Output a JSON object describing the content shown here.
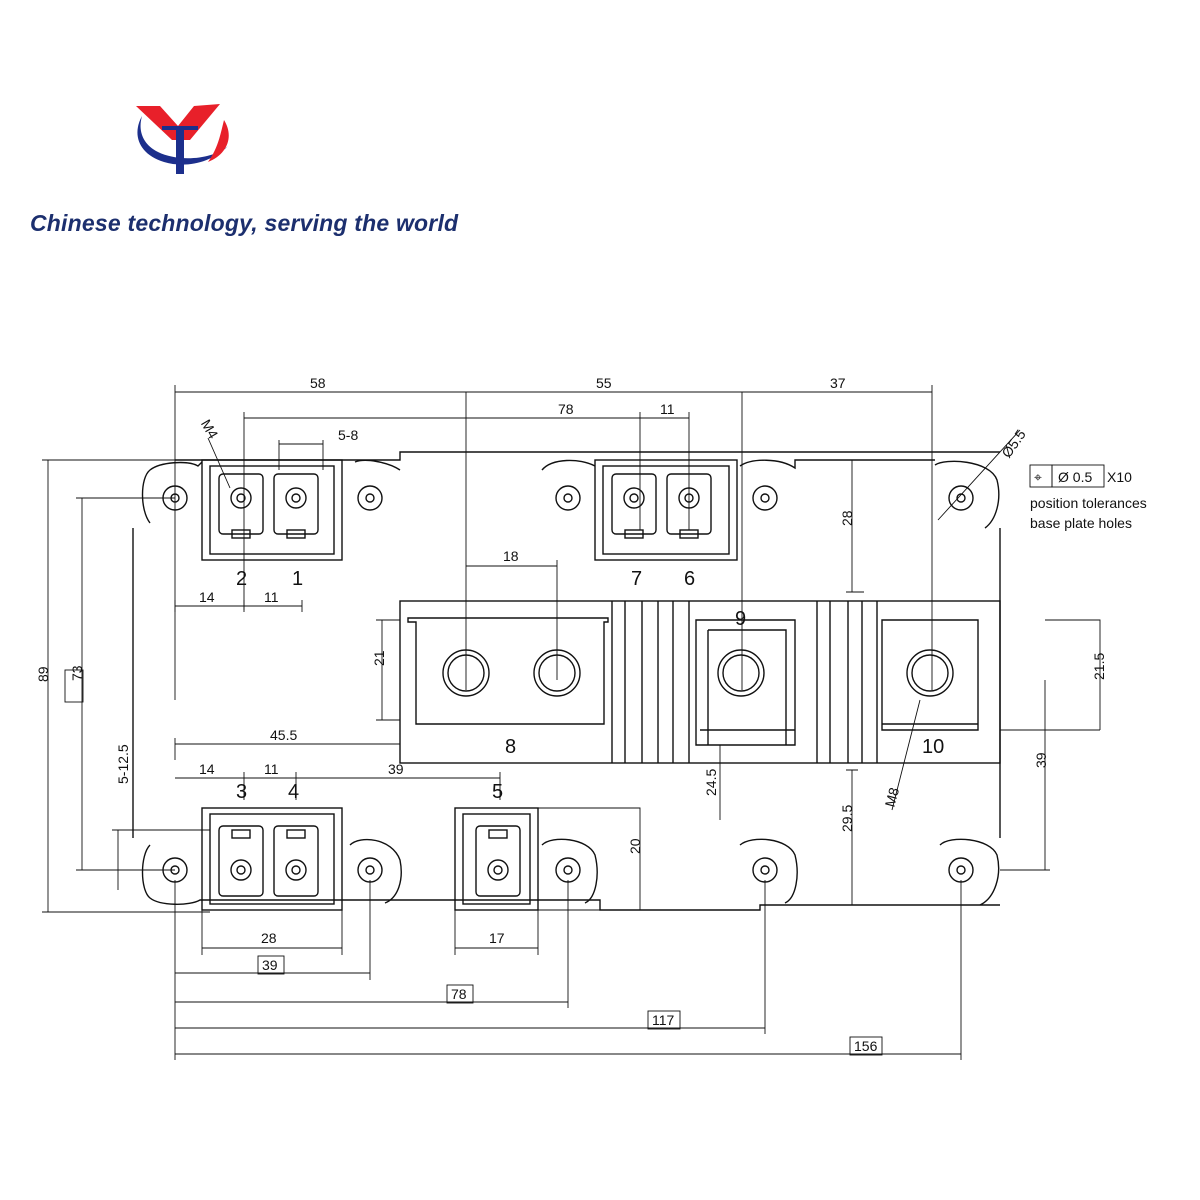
{
  "logo": {
    "brand_colors": {
      "red": "#e8202a",
      "blue": "#1c2f8c"
    }
  },
  "tagline": "Chinese technology, serving the world",
  "terminals": {
    "t1": "1",
    "t2": "2",
    "t3": "3",
    "t4": "4",
    "t5": "5",
    "t6": "6",
    "t7": "7",
    "t8": "8",
    "t9": "9",
    "t10": "10"
  },
  "dimensions": {
    "top_58": "58",
    "top_55": "55",
    "top_37": "37",
    "top_78": "78",
    "top_11": "11",
    "top_5_8": "5-8",
    "m4": "M4",
    "hole_dia": "Ø5.5",
    "d14_top": "14",
    "d11_top": "11",
    "d18": "18",
    "d21": "21",
    "d28_right": "28",
    "d21_5": "21.5",
    "d39_right": "39",
    "d29_5": "29.5",
    "d24_5": "24.5",
    "m8": "M8",
    "d45_5": "45.5",
    "d14_bot": "14",
    "d11_bot": "11",
    "d39_mid": "39",
    "d20": "20",
    "d28_bot": "28",
    "d17": "17",
    "d39_box": "39",
    "d78_box": "78",
    "d117_box": "117",
    "d156_box": "156",
    "d89": "89",
    "d73": "73",
    "d5_12_5": "5-12.5"
  },
  "tolerance": {
    "symbol": "⌖",
    "value": "Ø 0.5",
    "count": "X10",
    "note_line1": "position tolerances",
    "note_line2": "base plate holes"
  }
}
